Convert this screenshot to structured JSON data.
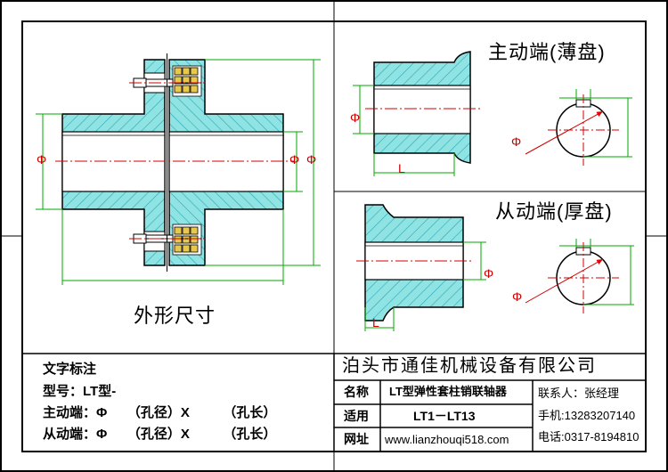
{
  "views": {
    "driving_end_label": "主动端(薄盘)",
    "driven_end_label": "从动端(厚盘)",
    "outline_label": "外形尺寸",
    "phi": "Φ",
    "L": "L"
  },
  "notes": {
    "title": "文字标注",
    "model": "型号：LT型-",
    "driving_line": "主动端：Φ　　（孔径）X　　　（孔长）",
    "driven_line": "从动端：Φ　　（孔径）X　　　（孔长）"
  },
  "title_block": {
    "company": "泊头市通佳机械设备有限公司",
    "rows": [
      {
        "label": "名称",
        "value": "LT型弹性套柱销联轴器"
      },
      {
        "label": "适用",
        "value": "LT1－LT13"
      },
      {
        "label": "网址",
        "value": "www.lianzhouqi518.com"
      }
    ],
    "contact": [
      "联系人：张经理",
      "手机:13283207140",
      "电话:0317-8194810"
    ]
  },
  "colors": {
    "section_fill": "#8fe3e3",
    "hatch": "#2aa7b4",
    "bushing": "#e8c84a",
    "dim": "#00aa00",
    "centerline": "#d00000"
  }
}
